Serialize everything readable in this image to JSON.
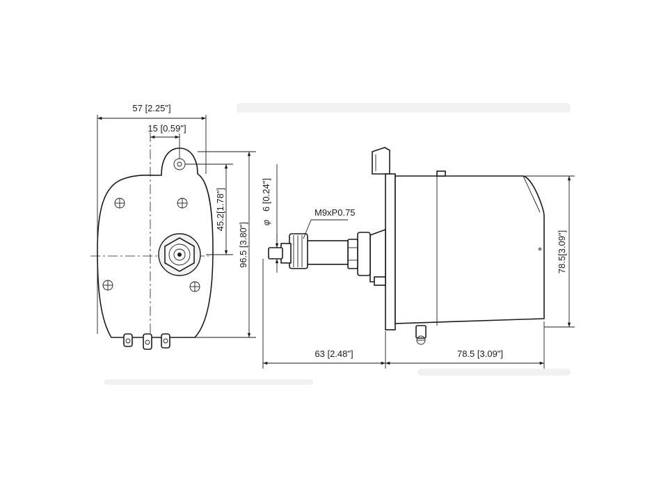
{
  "dimensions": {
    "total_width": "57 [2.25\"]",
    "pivot_offset": "15 [0.59\"]",
    "mount_spacing": "45.2[1.78\"]",
    "total_height": "96.5 [3.80\"]",
    "shaft_diameter": "6 [0.24\"]",
    "shaft_thread": "M9xP0.75",
    "shaft_length": "63 [2.48\"]",
    "motor_length": "78.5 [3.09\"]",
    "motor_diameter": "78.5[3.09\"]"
  },
  "symbols": {
    "diameter": "φ"
  }
}
